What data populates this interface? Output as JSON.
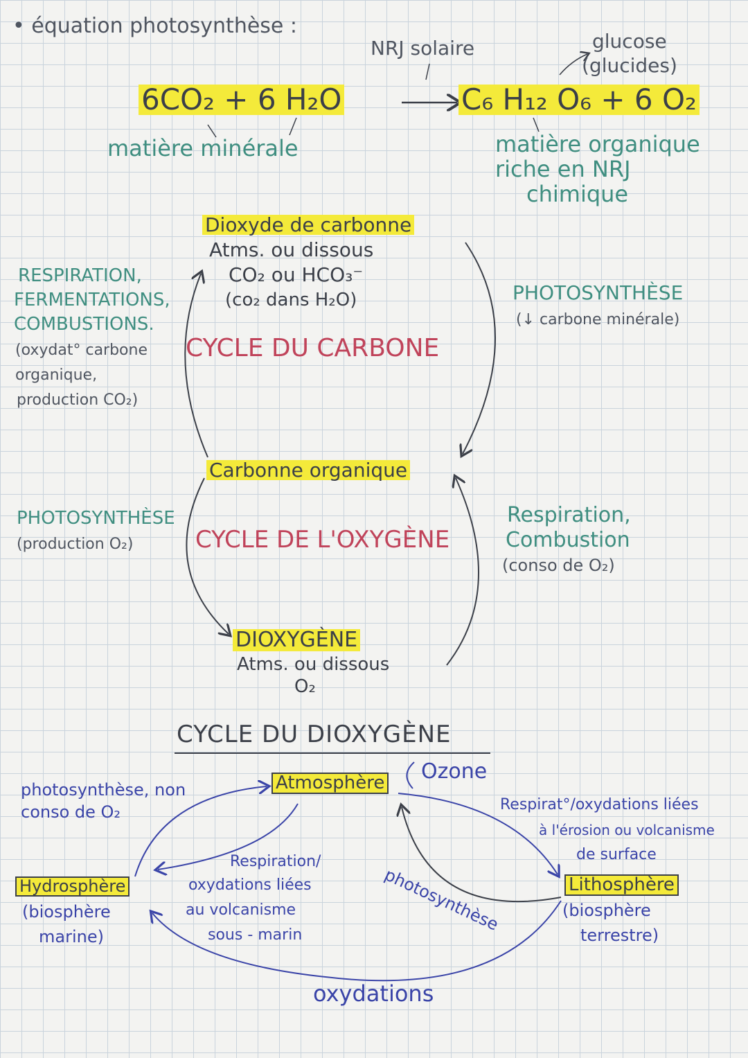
{
  "equation": {
    "title": "• équation photosynthèse :",
    "energy_label": "NRJ solaire",
    "products_note_1": "glucose",
    "products_note_2": "(glucides)",
    "reactants": "6CO₂ + 6 H₂O",
    "products": "C₆ H₁₂ O₆ + 6 O₂",
    "reactants_label": "matière minérale",
    "products_label_1": "matière organique",
    "products_label_2": "riche en NRJ",
    "products_label_3": "chimique"
  },
  "carbon_cycle": {
    "top_title": "Dioxyde de carbonne",
    "top_line2": "Atms. ou dissous",
    "top_line3": "CO₂ ou HCO₃⁻",
    "top_line4": "(co₂ dans H₂O)",
    "center_title": "CYCLE DU CARBONE",
    "left_1": "RESPIRATION,",
    "left_2": "FERMENTATIONS,",
    "left_3": "COMBUSTIONS.",
    "left_4": "(oxydat° carbone",
    "left_5": "organique,",
    "left_6": "production CO₂)",
    "right_1": "PHOTOSYNTHÈSE",
    "right_2": "(↓ carbone minérale)"
  },
  "oxygen_cycle": {
    "top_title": "Carbonne organique",
    "center_title": "CYCLE DE L'OXYGÈNE",
    "left_1": "PHOTOSYNTHÈSE",
    "left_2": "(production O₂)",
    "right_1": "Respiration,",
    "right_2": "Combustion",
    "right_3": "(conso de O₂)",
    "bottom_title": "DIOXYGÈNE",
    "bottom_line2": "Atms. ou dissous",
    "bottom_line3": "O₂"
  },
  "dioxygen_cycle": {
    "title": "CYCLE DU DIOXYGÈNE",
    "atmosphere": "Atmosphère",
    "ozone": "Ozone",
    "hydrosphere_box": "Hydrosphère",
    "hydrosphere_sub_1": "(biosphère",
    "hydrosphere_sub_2": "marine)",
    "lithosphere_box": "Lithosphère",
    "lithosphere_sub_1": "(biosphère",
    "lithosphere_sub_2": "terrestre)",
    "left_top_1": "photosynthèse, non",
    "left_top_2": "conso de O₂",
    "center_1": "Respiration/",
    "center_2": "oxydations liées",
    "center_3": "au volcanisme",
    "center_4": "sous - marin",
    "right_top_1": "Respirat°/oxydations liées",
    "right_top_2": "à l'érosion ou volcanisme",
    "right_top_3": "de surface",
    "diagonal": "photosynthèse",
    "bottom": "oxydations"
  },
  "colors": {
    "highlight": "#f4ea3a",
    "green_ink": "#3f8e80",
    "red_ink": "#c0435a",
    "blue_ink": "#3a44a8",
    "gray_ink": "#4f5560"
  }
}
